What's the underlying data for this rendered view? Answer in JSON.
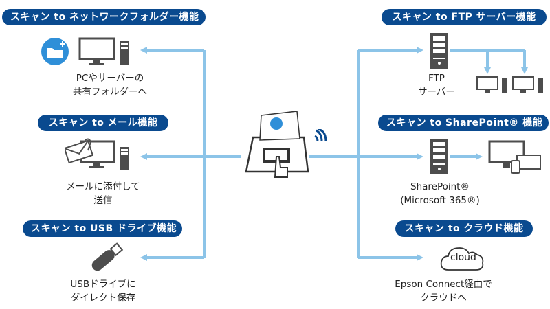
{
  "colors": {
    "badge": "#0a4a8f",
    "line": "#8cc4e8",
    "icon": "#4d4d4d",
    "accent": "#2f8fd8"
  },
  "left": [
    {
      "badge": "スキャン to ネットワークフォルダー機能",
      "caption": "PCやサーバーの\n共有フォルダーへ",
      "icon": "network-folder-pc-icon"
    },
    {
      "badge": "スキャン to メール機能",
      "caption": "メールに添付して\n送信",
      "icon": "email-pc-icon"
    },
    {
      "badge": "スキャン to USB ドライブ機能",
      "caption": "USBドライブに\nダイレクト保存",
      "icon": "usb-drive-icon"
    }
  ],
  "right": [
    {
      "badge": "スキャン to FTP サーバー機能",
      "caption": "FTP\nサーバー",
      "icon": "ftp-server-icon"
    },
    {
      "badge": "スキャン to SharePoint® 機能",
      "caption": "SharePoint®\n(Microsoft 365®)",
      "icon": "sharepoint-server-icon"
    },
    {
      "badge": "スキャン to クラウド機能",
      "caption": "Epson Connect経由で\nクラウドへ",
      "icon": "cloud-icon",
      "cloud_label": "cloud"
    }
  ],
  "center": {
    "icon": "scanner-icon",
    "wifi": "wifi-icon"
  }
}
